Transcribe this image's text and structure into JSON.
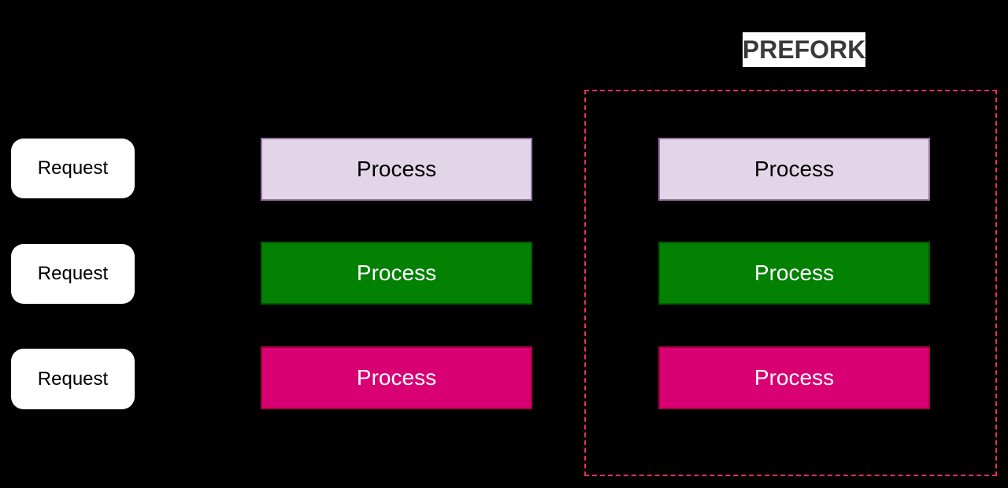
{
  "colors": {
    "background": "#000000",
    "prefork_border": "#ed2e63"
  },
  "title": {
    "label": "PREFORK",
    "bg": "#ffffff",
    "text_color": "#3a3a3a"
  },
  "requests": [
    {
      "label": "Request"
    },
    {
      "label": "Request"
    },
    {
      "label": "Request"
    }
  ],
  "request_style": {
    "bg": "#ffffff",
    "text_color": "#000000"
  },
  "process_columns": {
    "middle": [
      {
        "label": "Process",
        "fill": "#e1d5e7",
        "stroke": "#9673a6",
        "text_color": "#000000"
      },
      {
        "label": "Process",
        "fill": "#028102",
        "stroke": "#005900",
        "text_color": "#ffffff"
      },
      {
        "label": "Process",
        "fill": "#d80073",
        "stroke": "#a50040",
        "text_color": "#ffffff"
      }
    ],
    "prefork": [
      {
        "label": "Process",
        "fill": "#e1d5e7",
        "stroke": "#9673a6",
        "text_color": "#000000"
      },
      {
        "label": "Process",
        "fill": "#028102",
        "stroke": "#005900",
        "text_color": "#ffffff"
      },
      {
        "label": "Process",
        "fill": "#d80073",
        "stroke": "#a50040",
        "text_color": "#ffffff"
      }
    ]
  }
}
